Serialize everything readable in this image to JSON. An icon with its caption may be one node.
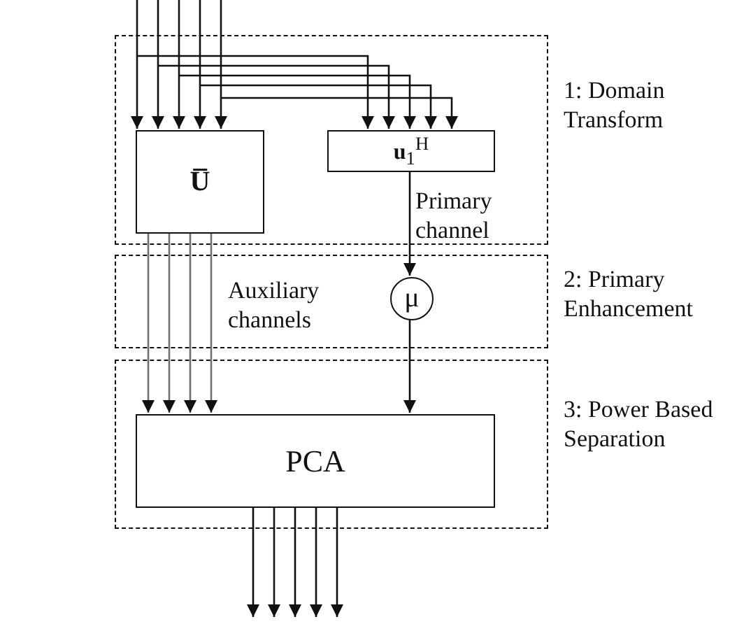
{
  "diagram": {
    "nodes": [
      {
        "text": [
          "1: Domain Transform"
        ]
      },
      {
        "text": [
          "U̅"
        ],
        "in": 0
      },
      {
        "text": [
          "**u**$_{1}$$^{H}$"
        ],
        "in": 0
      },
      {
        "text": [
          "2: Primary Enhancement"
        ]
      },
      {
        "text": [
          "μ"
        ],
        "in": 3
      },
      {
        "text": [
          "3: Power Based Separation"
        ]
      },
      {
        "text": [
          "PCA"
        ],
        "in": 5
      }
    ],
    "edges": [
      {
        "from": null,
        "to": 1,
        "arrow": "to"
      },
      {
        "from": null,
        "to": 1,
        "arrow": "to"
      },
      {
        "from": null,
        "to": 1,
        "arrow": "to"
      },
      {
        "from": null,
        "to": 1,
        "arrow": "to"
      },
      {
        "from": null,
        "to": 1,
        "arrow": "to"
      },
      {
        "from": null,
        "to": 2,
        "arrow": "to"
      },
      {
        "from": null,
        "to": 2,
        "arrow": "to"
      },
      {
        "from": null,
        "to": 2,
        "arrow": "to"
      },
      {
        "from": null,
        "to": 2,
        "arrow": "to"
      },
      {
        "from": null,
        "to": 2,
        "arrow": "to"
      },
      {
        "from": 1,
        "to": 6,
        "arrow": "to",
        "color": "#707070"
      },
      {
        "from": 1,
        "to": 6,
        "arrow": "to",
        "color": "#707070"
      },
      {
        "from": 1,
        "to": 6,
        "arrow": "to",
        "color": "#707070"
      },
      {
        "from": 1,
        "to": 6,
        "arrow": "to",
        "color": "#707070"
      },
      {
        "from": 2,
        "to": 4,
        "arrow": "to"
      },
      {
        "from": 4,
        "to": 6,
        "arrow": "to"
      },
      {
        "from": 6,
        "to": null,
        "arrow": "to"
      },
      {
        "from": 6,
        "to": null,
        "arrow": "to"
      },
      {
        "from": 6,
        "to": null,
        "arrow": "to"
      },
      {
        "from": 6,
        "to": null,
        "arrow": "to"
      },
      {
        "from": 6,
        "to": null,
        "arrow": "to"
      }
    ],
    "labels": [
      "Primary channel",
      "Auxiliary channels"
    ]
  }
}
